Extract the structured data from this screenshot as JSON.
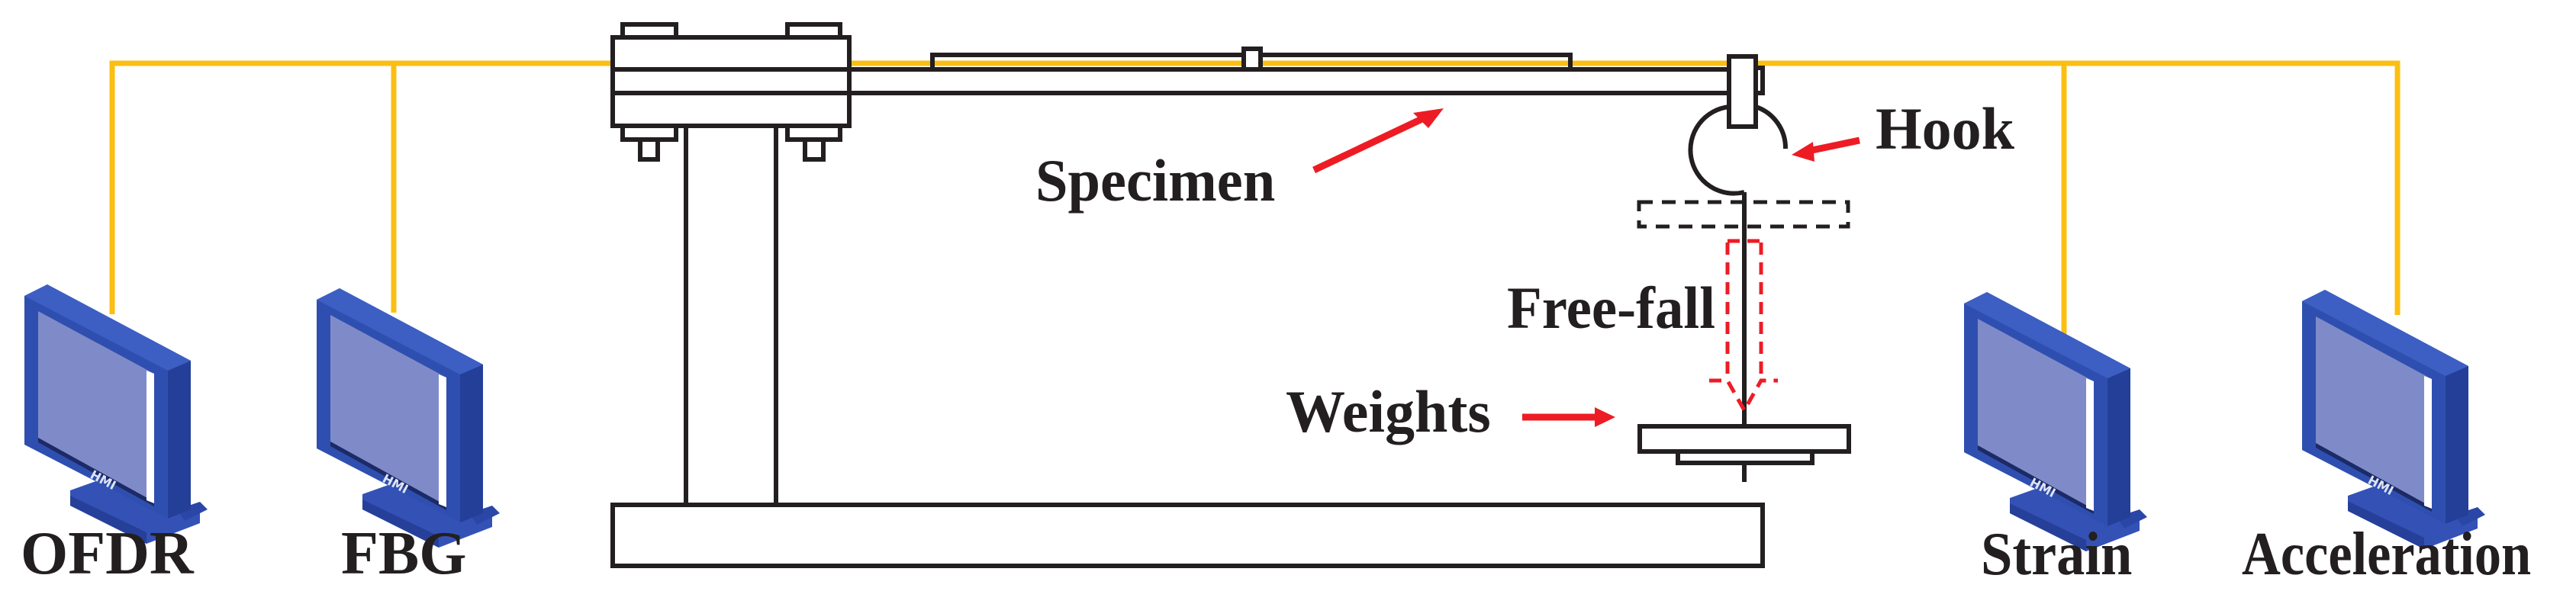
{
  "figure": {
    "type": "experimental setup schematic",
    "colors": {
      "cable": "#fbbf13",
      "arrow": "#ed1c24",
      "line": "#231f20",
      "monitor_frame": "#2f4fb0",
      "monitor_screen": "#7f8bc8"
    }
  },
  "labels": {
    "specimen": "Specimen",
    "hook": "Hook",
    "free_fall": "Free-fall",
    "weights": "Weights"
  },
  "monitors": [
    {
      "label": "OFDR",
      "badge": "HMI"
    },
    {
      "label": "FBG",
      "badge": "HMI"
    },
    {
      "label": "Strain",
      "badge": "HMI"
    },
    {
      "label": "Acceleration",
      "badge": "HMI"
    }
  ]
}
